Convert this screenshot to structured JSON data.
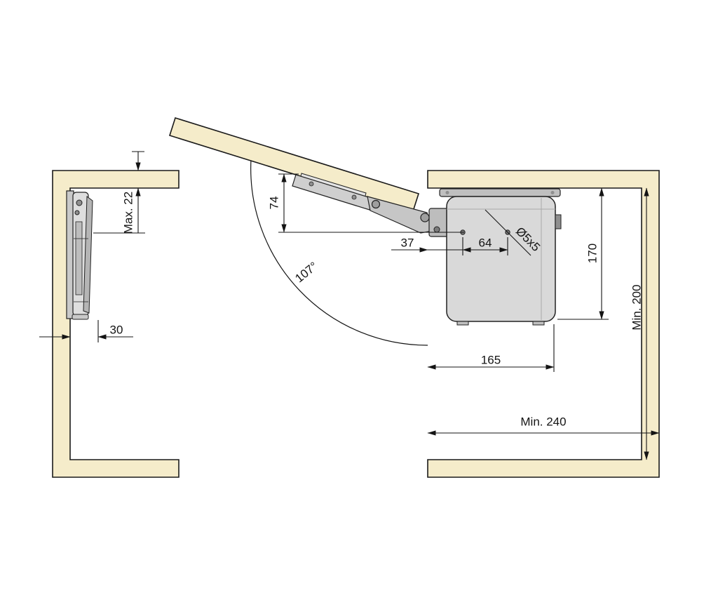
{
  "colors": {
    "panel_fill": "#f5ecca",
    "outline": "#1a1a1a",
    "dim_color": "#141414",
    "mech_light": "#dedede",
    "mech_mid": "#c3c3c3",
    "mech_dark": "#8f8f8f"
  },
  "dims": {
    "max_depth": "Max. 22",
    "front_offset": "30",
    "arm_drop": "74",
    "opening_angle": "107°",
    "hole_front": "37",
    "hole_pitch": "64",
    "hole_spec": "Ø5x5",
    "plate_height": "170",
    "plate_depth": "165",
    "min_height": "Min. 200",
    "min_depth": "Min. 240"
  }
}
